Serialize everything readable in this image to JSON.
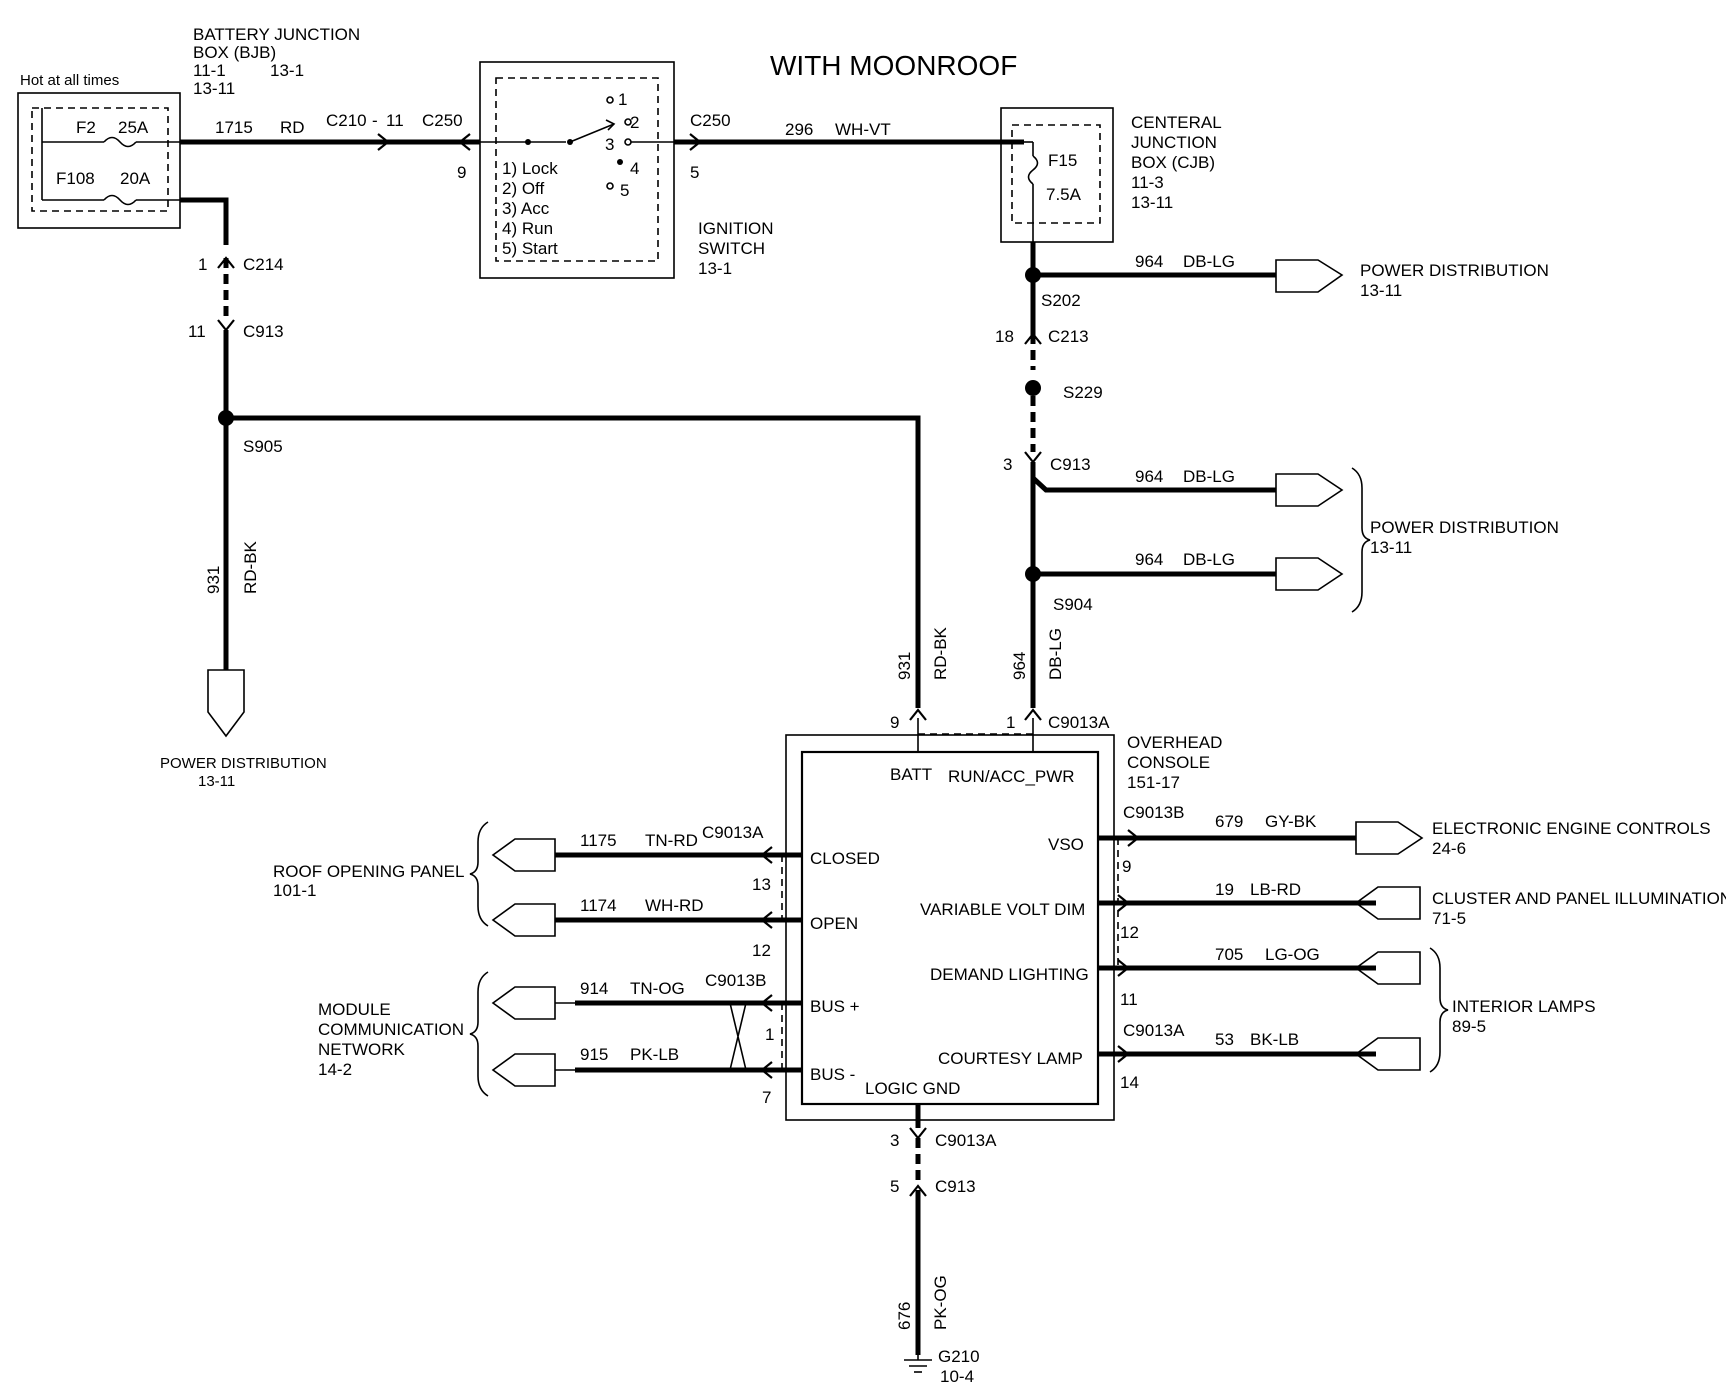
{
  "title": "WITH MOONROOF",
  "bjb": {
    "hot_label": "Hot at all times",
    "title": [
      "BATTERY JUNCTION",
      "BOX (BJB)"
    ],
    "refs": [
      "11-1",
      "13-1",
      "13-11"
    ],
    "fuses": [
      {
        "id": "F2",
        "rating": "25A"
      },
      {
        "id": "F108",
        "rating": "20A"
      }
    ]
  },
  "ignition": {
    "title": [
      "IGNITION",
      "SWITCH"
    ],
    "ref": "13-1",
    "positions": [
      "1) Lock",
      "2) Off",
      "3) Acc",
      "4) Run",
      "5) Start"
    ],
    "pos_nums": [
      "1",
      "2",
      "3",
      "4",
      "5"
    ],
    "pin_in": "9",
    "pin_out": "5"
  },
  "cjb": {
    "title": [
      "CENTERAL",
      "JUNCTION",
      "BOX (CJB)"
    ],
    "refs": [
      "11-3",
      "13-11"
    ],
    "fuse": {
      "id": "F15",
      "rating": "7.5A"
    }
  },
  "wires": {
    "w1715": {
      "circuit": "1715",
      "color": "RD"
    },
    "w296": {
      "circuit": "296",
      "color": "WH-VT"
    },
    "w931a": {
      "circuit": "931",
      "color": "RD-BK"
    },
    "w931b": {
      "circuit": "931",
      "color": "RD-BK"
    },
    "w964v": {
      "circuit": "964",
      "color": "DB-LG"
    },
    "w964a": {
      "circuit": "964",
      "color": "DB-LG"
    },
    "w964b": {
      "circuit": "964",
      "color": "DB-LG"
    },
    "w964c": {
      "circuit": "964",
      "color": "DB-LG"
    },
    "w1175": {
      "circuit": "1175",
      "color": "TN-RD"
    },
    "w1174": {
      "circuit": "1174",
      "color": "WH-RD"
    },
    "w914": {
      "circuit": "914",
      "color": "TN-OG"
    },
    "w915": {
      "circuit": "915",
      "color": "PK-LB"
    },
    "w679": {
      "circuit": "679",
      "color": "GY-BK"
    },
    "w19": {
      "circuit": "19",
      "color": "LB-RD"
    },
    "w705": {
      "circuit": "705",
      "color": "LG-OG"
    },
    "w53": {
      "circuit": "53",
      "color": "BK-LB"
    },
    "w676": {
      "circuit": "676",
      "color": "PK-OG"
    }
  },
  "connectors": {
    "c210": "C210",
    "c210_pin": "11",
    "dash": "-",
    "c250_left": "C250",
    "c250_right": "C250",
    "c214": "C214",
    "c214_pin": "1",
    "c913_top": "C913",
    "c913_top_pin": "11",
    "c213": "C213",
    "c213_pin": "18",
    "c913_mid": "C913",
    "c913_mid_pin": "3",
    "c9013a_top": "C9013A",
    "c9013a_pin_batt": "9",
    "c9013a_pin_run": "1",
    "c9013a_left": "C9013A",
    "pin_closed": "13",
    "pin_open": "12",
    "c9013b_left": "C9013B",
    "pin_busp": "1",
    "pin_busm": "7",
    "c9013b_right": "C9013B",
    "pin_vso": "9",
    "pin_vvd": "12",
    "pin_dl": "11",
    "c9013a_right": "C9013A",
    "pin_cl": "14",
    "c9013a_bottom": "C9013A",
    "c9013a_bottom_pin": "3",
    "c913_bottom": "C913",
    "c913_bottom_pin": "5"
  },
  "splices": {
    "s905": "S905",
    "s202": "S202",
    "s229": "S229",
    "s904": "S904"
  },
  "module": {
    "title": [
      "OVERHEAD",
      "CONSOLE"
    ],
    "ref": "151-17",
    "pins": {
      "batt": "BATT",
      "run": "RUN/ACC_PWR",
      "closed": "CLOSED",
      "open": "OPEN",
      "busp": "BUS +",
      "busm": "BUS -",
      "gnd": "LOGIC GND",
      "vso": "VSO",
      "vvd": "VARIABLE VOLT DIM",
      "dl": "DEMAND LIGHTING",
      "cl": "COURTESY LAMP"
    }
  },
  "destinations": {
    "pd_top": {
      "name": "POWER DISTRIBUTION",
      "ref": "13-11"
    },
    "pd_mid": {
      "name": "POWER DISTRIBUTION",
      "ref": "13-11"
    },
    "pd_left": {
      "name": "POWER DISTRIBUTION",
      "ref": "13-11"
    },
    "rop": {
      "name": "ROOF OPENING PANEL",
      "ref": "101-1"
    },
    "mcn": {
      "name": [
        "MODULE",
        "COMMUNICATION",
        "NETWORK"
      ],
      "ref": "14-2"
    },
    "eec": {
      "name": "ELECTRONIC ENGINE CONTROLS",
      "ref": "24-6"
    },
    "cpi": {
      "name": "CLUSTER AND PANEL ILLUMINATION",
      "ref": "71-5"
    },
    "il": {
      "name": "INTERIOR LAMPS",
      "ref": "89-5"
    },
    "gnd": {
      "name": "G210",
      "ref": "10-4"
    }
  }
}
